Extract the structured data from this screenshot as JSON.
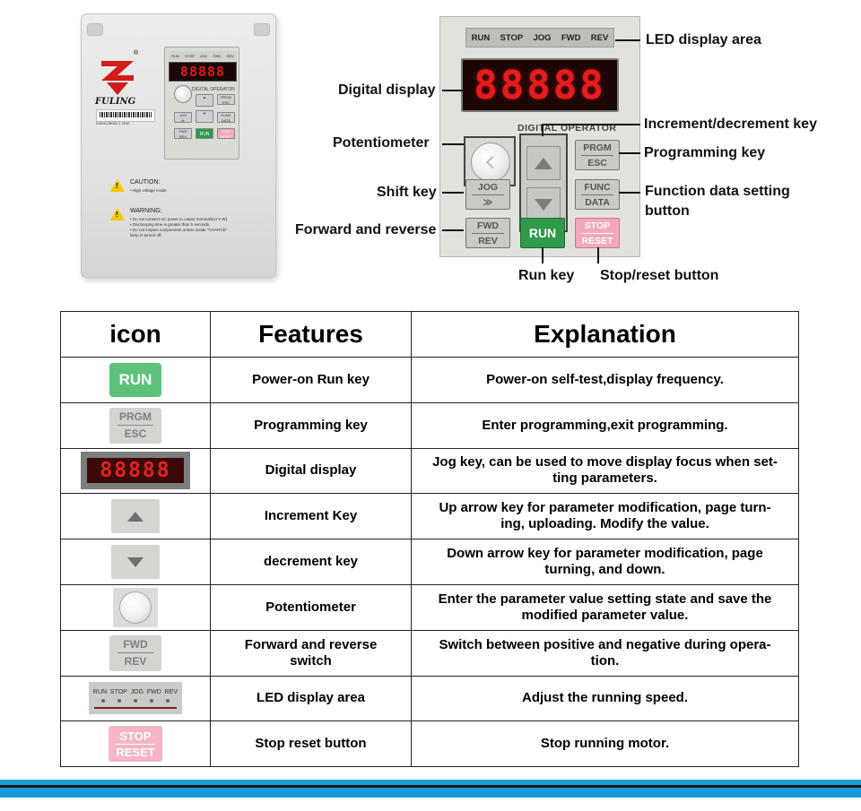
{
  "product": {
    "brand": "FULING",
    "registered_mark": "®",
    "serial_label": "DZB312B002 2.2KW",
    "panel_display": "88888",
    "panel_title": "DIGITAL OPERATOR",
    "caution_title": "CAUTION:",
    "caution_lines": [
      "• High voltage inside"
    ],
    "warning_title": "WARNING:",
    "warning_lines": [
      "• Do not connect AC power to output terminals(U V W).",
      "• Discharging time is greater than 5 seconds",
      "• Do not inspect components unless inside \"CHARGE\"",
      "  lamp is turned off."
    ]
  },
  "operator": {
    "leds": [
      "RUN",
      "STOP",
      "JOG",
      "FWD",
      "REV"
    ],
    "display_value": "88888",
    "title": "DIGITAL OPERATOR",
    "keys": {
      "prgm": "PRGM",
      "esc": "ESC",
      "jog": "JOG",
      "shift_symbol": "≫",
      "func": "FUNC",
      "data": "DATA",
      "fwd": "FWD",
      "rev": "REV",
      "run": "RUN",
      "stop": "STOP",
      "reset": "RESET"
    }
  },
  "callouts": {
    "led_display_area": "LED display area",
    "digital_display": "Digital display",
    "increment_decrement": "Increment/decrement key",
    "potentiometer": "Potentiometer",
    "programming_key": "Programming key",
    "shift_key": "Shift key",
    "function_data_1": "Function data setting",
    "function_data_2": "button",
    "forward_reverse": "Forward and reverse",
    "run_key": "Run key",
    "stop_reset": "Stop/reset button"
  },
  "table": {
    "headers": [
      "icon",
      "Features",
      "Explanation"
    ],
    "rows": [
      {
        "icon": "run-key-icon",
        "feature": "Power-on  Run key",
        "explanation": "Power-on self-test,display frequency."
      },
      {
        "icon": "prgm-esc-icon",
        "feature": "Programming  key",
        "explanation": "Enter programming,exit programming."
      },
      {
        "icon": "digital-display-icon",
        "feature": "Digital display",
        "explanation": "Jog key, can be used to move display focus when set-ting parameters."
      },
      {
        "icon": "up-arrow-icon",
        "feature": "Increment Key",
        "explanation": "Up arrow key for parameter modification, page turn-ing, uploading. Modify the value."
      },
      {
        "icon": "down-arrow-icon",
        "feature": "decrement key",
        "explanation": "Down arrow key for parameter modification, page turning, and down."
      },
      {
        "icon": "potentiometer-icon",
        "feature": "Potentiometer",
        "explanation": "Enter the parameter value setting state and save the modified parameter value."
      },
      {
        "icon": "fwd-rev-icon",
        "feature": "Forward and reverse switch",
        "explanation": "Switch between positive and negative during opera-tion."
      },
      {
        "icon": "led-display-area-icon",
        "feature": "LED display area",
        "explanation": "Adjust the running speed."
      },
      {
        "icon": "stop-reset-icon",
        "feature": "Stop reset button",
        "explanation": "Stop running motor."
      }
    ]
  },
  "icon_labels": {
    "run": "RUN",
    "prgm": "PRGM",
    "esc": "ESC",
    "display": "88888",
    "fwd": "FWD",
    "rev": "REV",
    "leds": [
      "RUN",
      "STOP",
      "JOG",
      "FWD",
      "REV"
    ],
    "stop": "STOP",
    "reset": "RESET"
  },
  "colors": {
    "run_green": "#2f9a49",
    "stop_pink": "#f2a8b8",
    "display_red": "#e61c1c",
    "stripe_blue": "#1a9ad6",
    "stripe_dark": "#1b1b1b"
  }
}
